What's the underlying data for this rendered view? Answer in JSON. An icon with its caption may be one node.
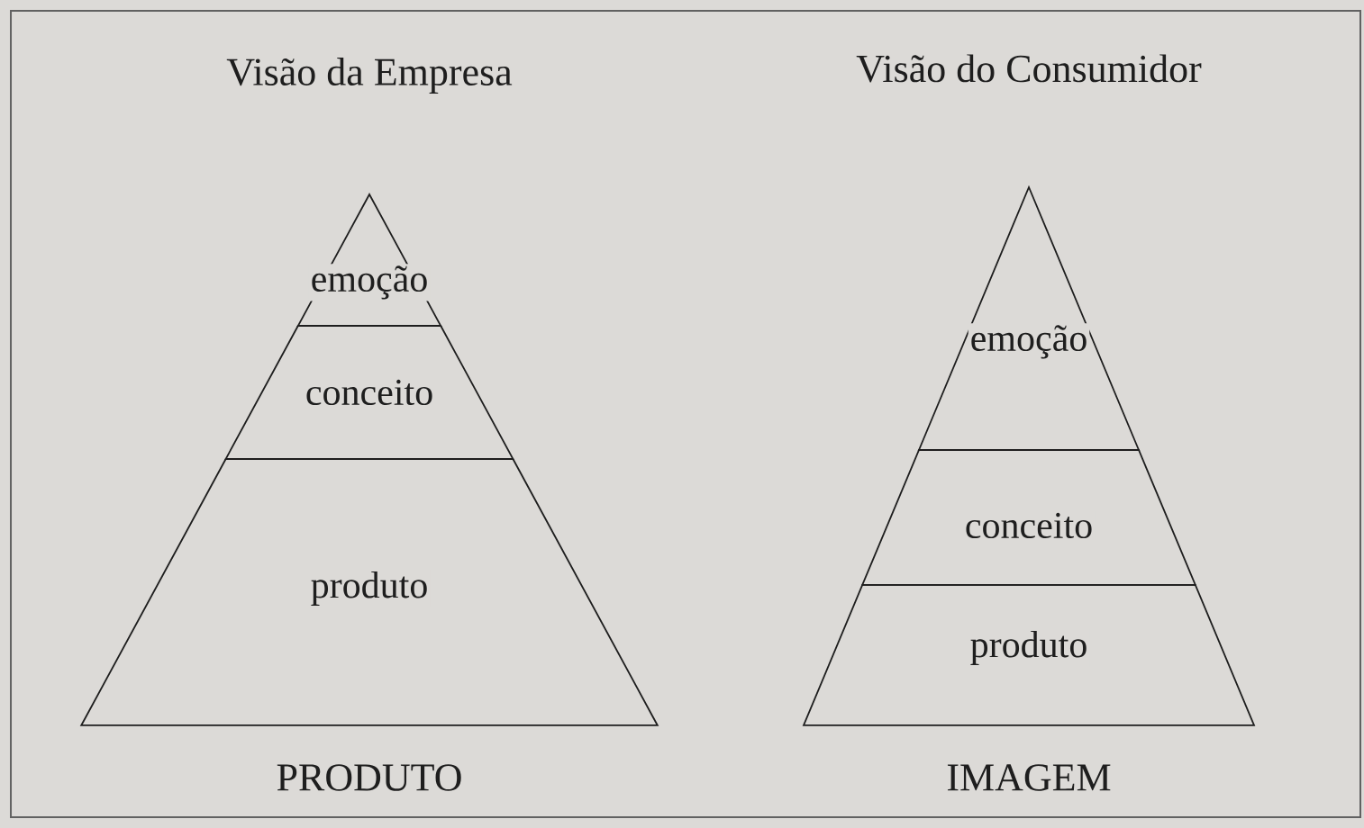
{
  "diagram": {
    "nodes": [
      {
        "text": [
          "emoção"
        ]
      },
      {
        "text": [
          "conceito"
        ]
      },
      {
        "text": [
          "produto"
        ]
      },
      {
        "text": [
          "emoção"
        ]
      },
      {
        "text": [
          "conceito"
        ]
      },
      {
        "text": [
          "produto"
        ]
      }
    ],
    "labels": [
      "Visão da Empresa",
      "Visão do Consumidor",
      "PRODUTO",
      "IMAGEM"
    ]
  }
}
